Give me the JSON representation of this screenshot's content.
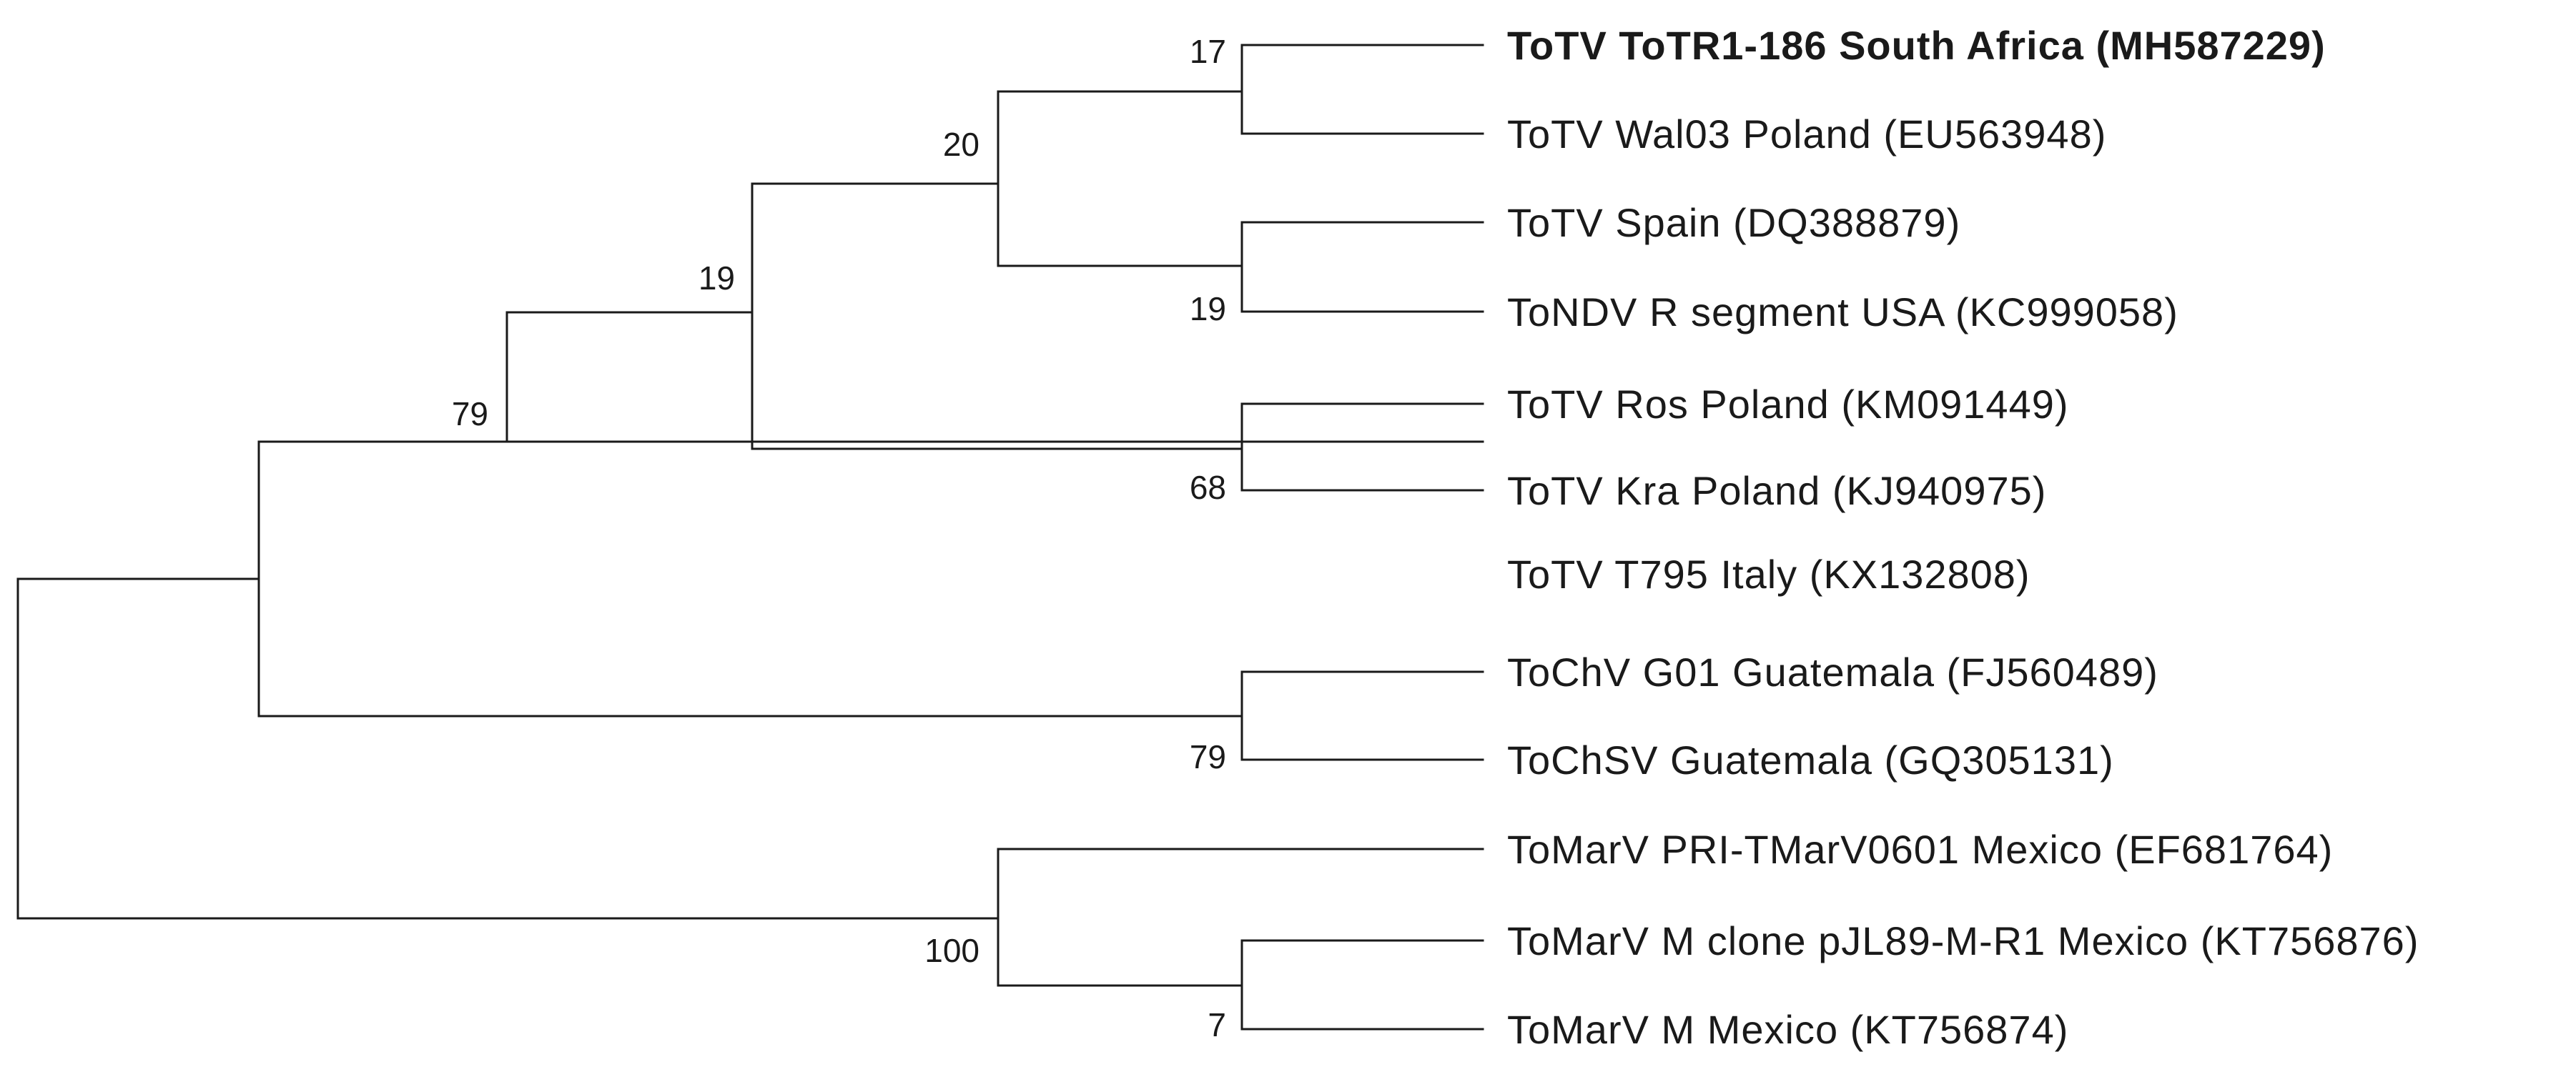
{
  "taxa": [
    {
      "id": "t1",
      "label": "ToTV ToTR1-186 South Africa (MH587229)",
      "bold": true
    },
    {
      "id": "t2",
      "label": "ToTV Wal03 Poland (EU563948)",
      "bold": false
    },
    {
      "id": "t3",
      "label": "ToTV Spain (DQ388879)",
      "bold": false
    },
    {
      "id": "t4",
      "label": "ToNDV R segment USA (KC999058)",
      "bold": false
    },
    {
      "id": "t5",
      "label": "ToTV Ros Poland (KM091449)",
      "bold": false
    },
    {
      "id": "t6",
      "label": "ToTV Kra Poland (KJ940975)",
      "bold": false
    },
    {
      "id": "t7",
      "label": "ToTV T795 Italy (KX132808)",
      "bold": false
    },
    {
      "id": "t8",
      "label": "ToChV G01 Guatemala (FJ560489)",
      "bold": false
    },
    {
      "id": "t9",
      "label": "ToChSV Guatemala (GQ305131)",
      "bold": false
    },
    {
      "id": "t10",
      "label": "ToMarV PRI-TMarV0601 Mexico (EF681764)",
      "bold": false
    },
    {
      "id": "t11",
      "label": "ToMarV M clone pJL89-M-R1 Mexico (KT756876)",
      "bold": false
    },
    {
      "id": "t12",
      "label": "ToMarV M Mexico (KT756874)",
      "bold": false
    }
  ],
  "support_values": {
    "clade_t1_t2": "17",
    "clade_t3_t4": "19",
    "clade_t1_t4": "20",
    "clade_t5_t6": "68",
    "clade_t1_t6": "19",
    "clade_t1_t7": "79",
    "clade_t8_t9": "79",
    "clade_t11_t12": "7",
    "clade_t10_t12": "100"
  }
}
